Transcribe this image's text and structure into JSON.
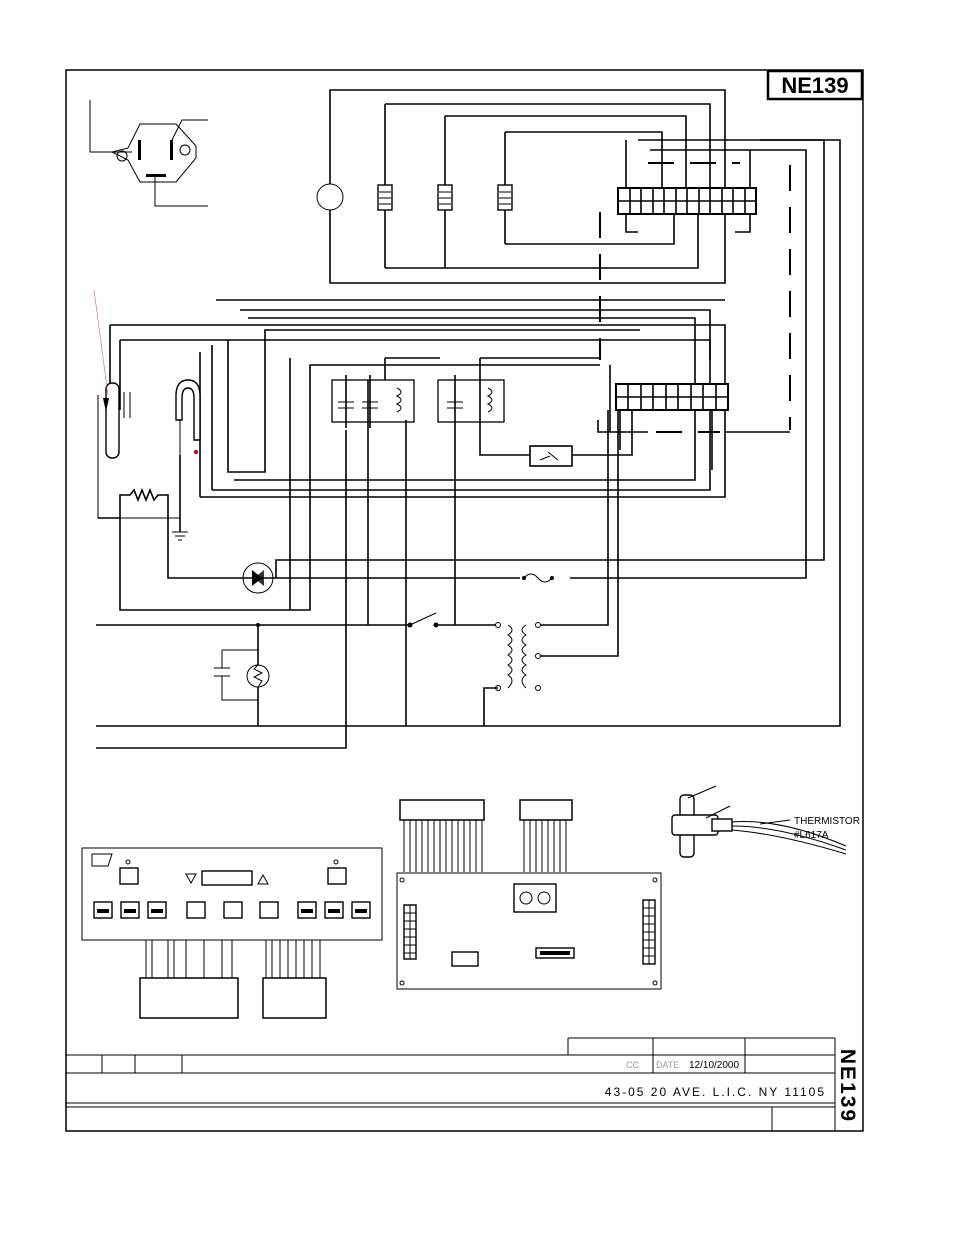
{
  "title_block": {
    "drawing_number": "NE139",
    "checked_label": "CC",
    "date_label": "DATE",
    "date": "12/10/2000",
    "address": "43-05  20 AVE. L.I.C.  NY  11105"
  },
  "parts": {
    "thermistor_label": "THERMISTOR",
    "thermistor_part_number": "#L617A"
  }
}
